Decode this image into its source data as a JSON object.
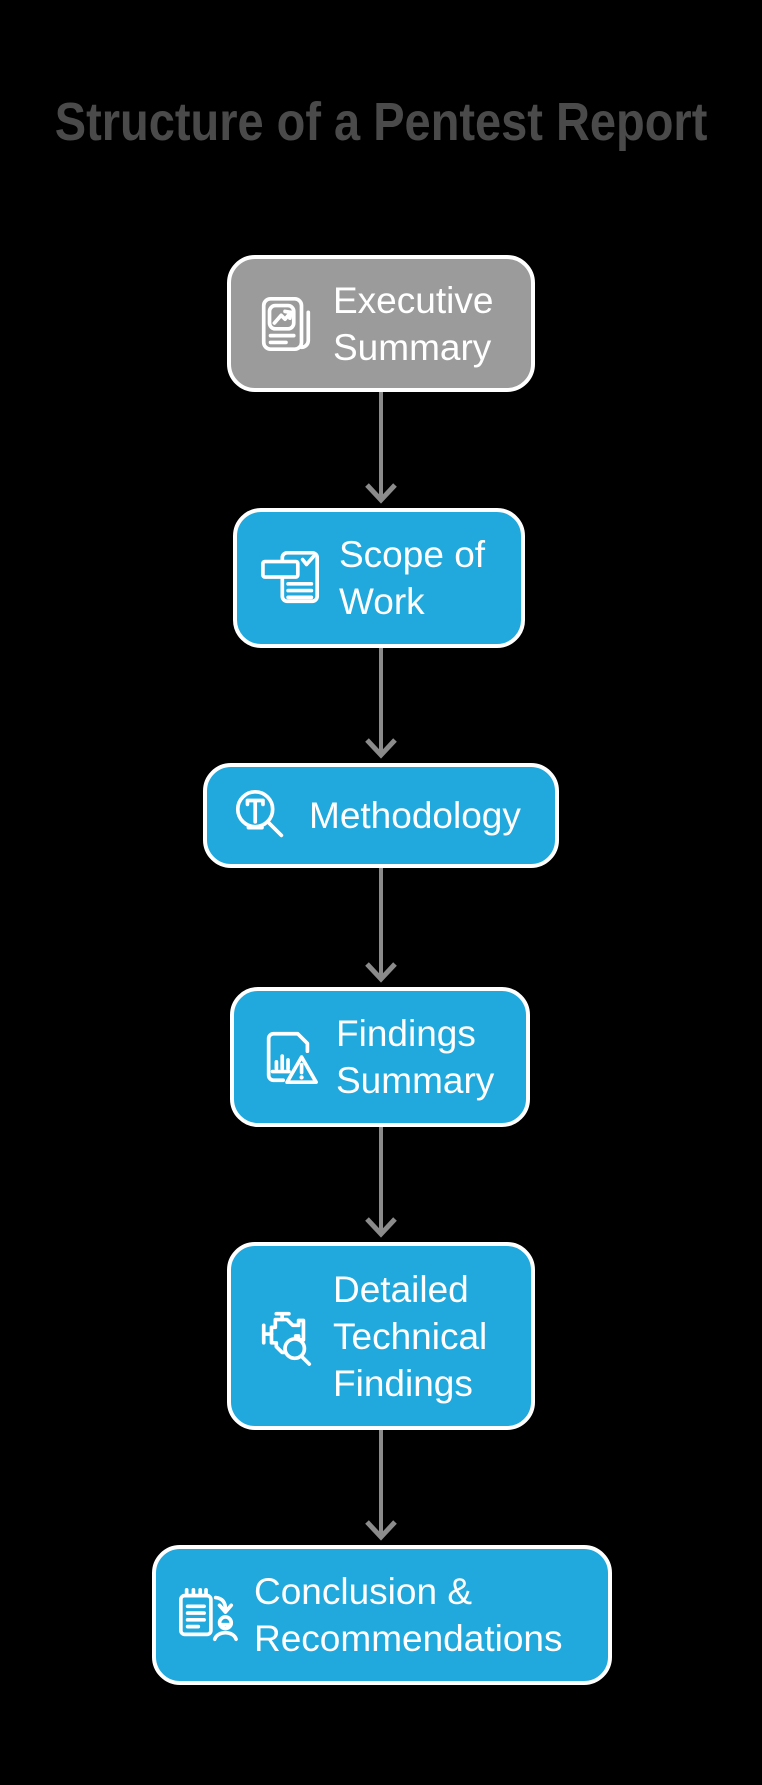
{
  "page": {
    "title": "Structure of a Pentest Report",
    "background": "#000000"
  },
  "colors": {
    "bg": "#000000",
    "title": "#4A4A4A",
    "node_blue": "#21A9DD",
    "node_gray": "#9B9B9B",
    "node_text": "#FFFFFF",
    "node_border": "#FFFFFF",
    "arrow": "#8B8B8B"
  },
  "flow": {
    "nodes": [
      {
        "id": "executive-summary",
        "label": "Executive Summary",
        "label_lines": [
          "Executive",
          "Summary"
        ],
        "icon": "report-trend-chart-icon",
        "variant": "gray"
      },
      {
        "id": "scope-of-work",
        "label": "Scope of Work",
        "label_lines": [
          "Scope of",
          "Work"
        ],
        "icon": "document-checklist-icon",
        "variant": "blue"
      },
      {
        "id": "methodology",
        "label": "Methodology",
        "label_lines": [
          "Methodology"
        ],
        "icon": "magnifier-text-icon",
        "variant": "blue"
      },
      {
        "id": "findings-summary",
        "label": "Findings Summary",
        "label_lines": [
          "Findings",
          "Summary"
        ],
        "icon": "report-warning-icon",
        "variant": "blue"
      },
      {
        "id": "detailed-technical-findings",
        "label": "Detailed Technical Findings",
        "label_lines": [
          "Detailed",
          "Technical",
          "Findings"
        ],
        "icon": "engine-magnifier-icon",
        "variant": "blue"
      },
      {
        "id": "conclusion-recommendations",
        "label": "Conclusion & Recommendations",
        "label_lines": [
          "Conclusion &",
          "Recommendations"
        ],
        "icon": "clipboard-person-icon",
        "variant": "blue"
      }
    ]
  }
}
